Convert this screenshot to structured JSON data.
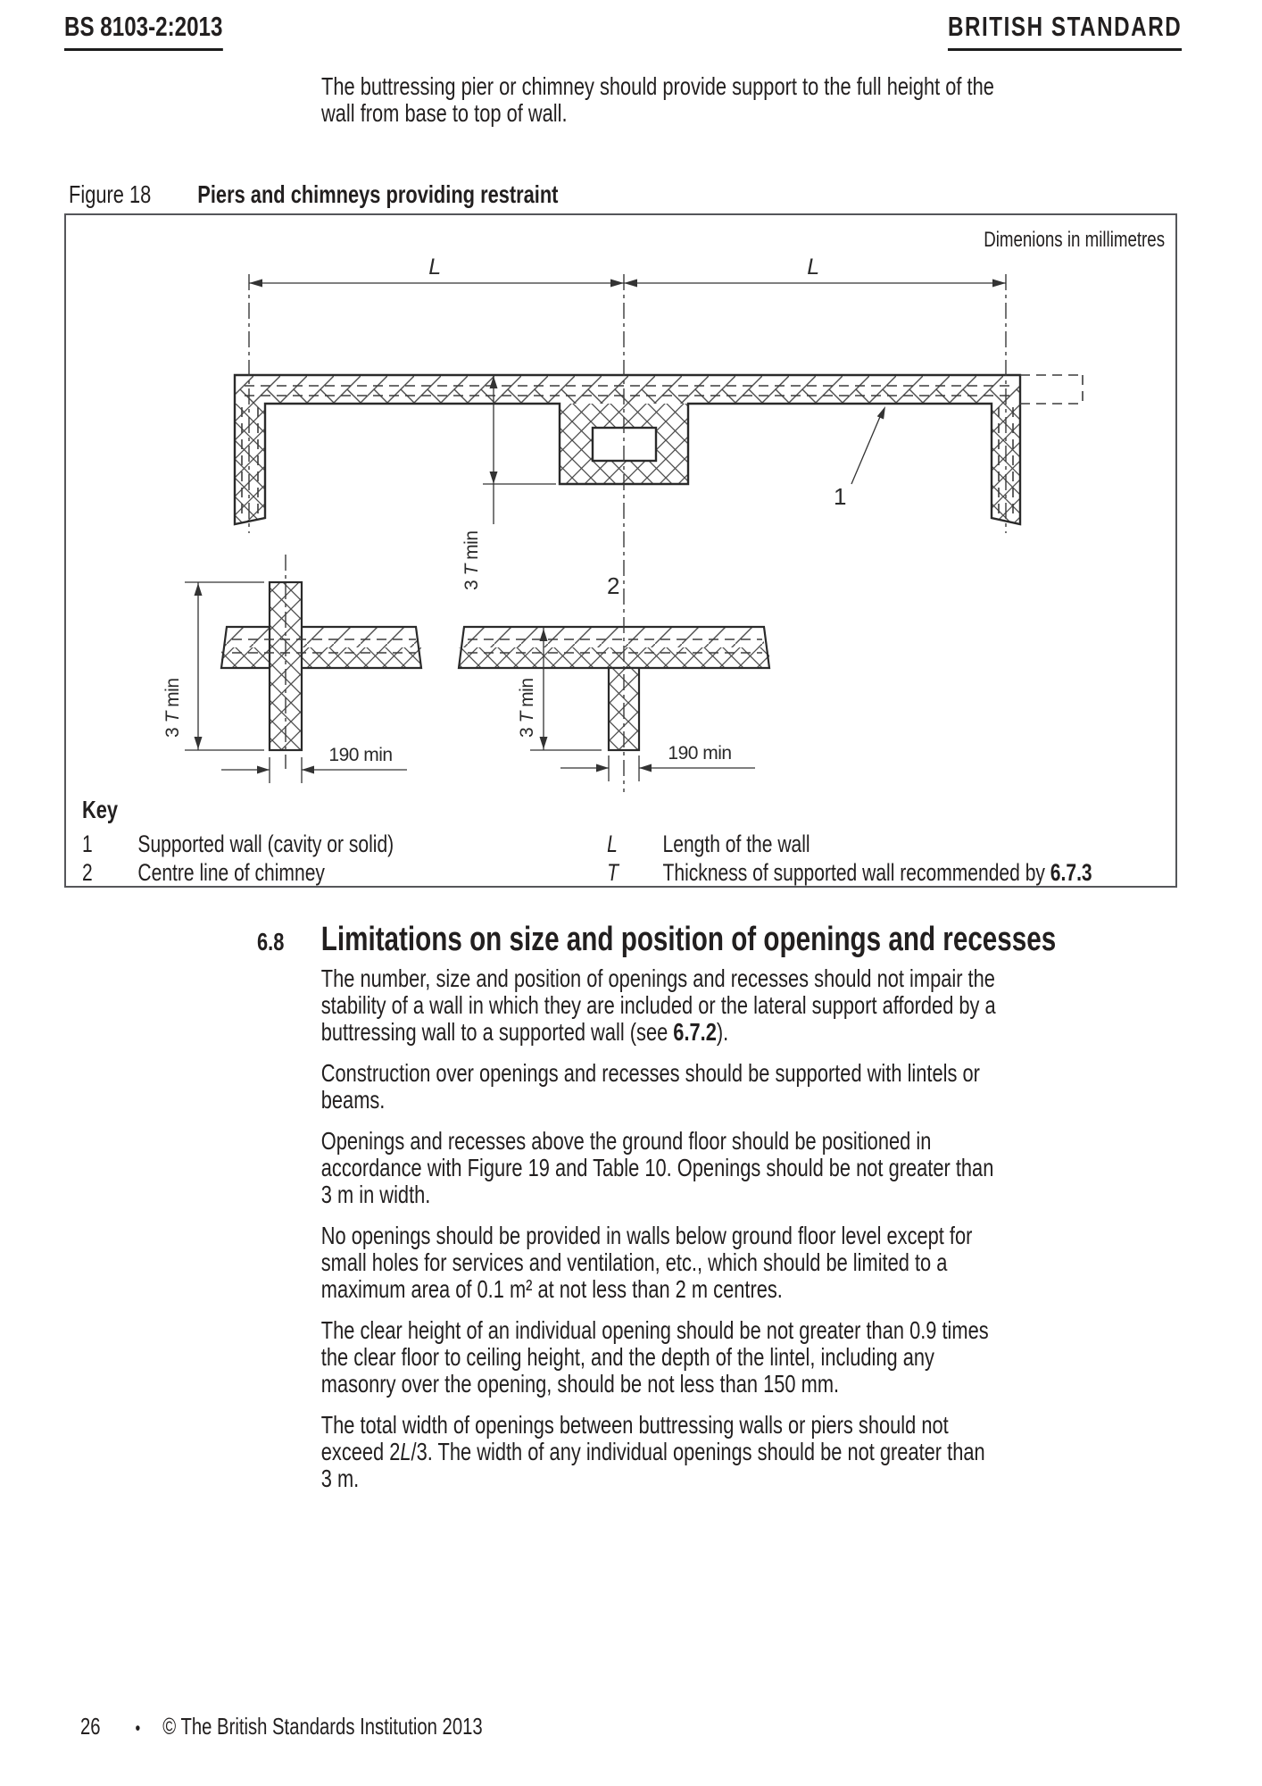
{
  "page": {
    "header_left": "BS 8103-2:2013",
    "header_right": "BRITISH STANDARD",
    "footer": {
      "page_number": "26",
      "bullet": "•",
      "copyright": "© The British Standards Institution 2013"
    }
  },
  "intro": [
    "The buttressing pier or chimney should provide support to the full height of the",
    "wall from base to top of wall."
  ],
  "figure": {
    "label": "Figure 18",
    "title": "Piers and chimneys providing restraint",
    "units_note": "Dimenions in millimetres",
    "labels": {
      "length_symbol": "L",
      "callout_1": "1",
      "callout_2": "2",
      "dim_3t_pre": "3 ",
      "dim_3t_sym": "T",
      "dim_3t_post": " min",
      "dim_190": "190 min"
    },
    "key": {
      "heading": "Key",
      "item1_num": "1",
      "item1_desc": "Supported wall (cavity or solid)",
      "item2_num": "2",
      "item2_desc": "Centre line of chimney",
      "sym1": "L",
      "sym1_desc": "Length of the wall",
      "sym2": "T",
      "sym2_desc_pre": "Thickness of supported wall recommended by ",
      "sym2_desc_ref": "6.7.3"
    }
  },
  "section": {
    "number": "6.8",
    "heading": "Limitations on size and position of openings and recesses",
    "p1_pre": [
      "The number, size and position of openings and recesses should not impair the",
      "stability of a wall in which they are included or the lateral support afforded by a",
      "buttressing wall to a supported wall (see "
    ],
    "p1_ref": "6.7.2",
    "p1_post": ").",
    "p2": [
      "Construction over openings and recesses should be supported with lintels or",
      "beams."
    ],
    "p3": [
      "Openings and recesses above the ground floor should be positioned in",
      "accordance with Figure 19 and Table 10. Openings should be not greater than",
      "3 m in width."
    ],
    "p4": [
      "No openings should be provided in walls below ground floor level except for",
      "small holes for services and ventilation, etc., which should be limited to a",
      "maximum area of 0.1 m² at not less than 2 m centres."
    ],
    "p5": [
      "The clear height of an individual opening should be not greater than 0.9 times",
      "the clear floor to ceiling height, and the depth of the lintel, including any",
      "masonry over the opening, should be not less than 150 mm."
    ],
    "p6_pre": [
      "The total width of openings between buttressing walls or piers should not",
      "exceed 2"
    ],
    "p6_sym": "L",
    "p6_post": [
      "/3. The width of any individual openings should be not greater than",
      "3 m."
    ]
  }
}
